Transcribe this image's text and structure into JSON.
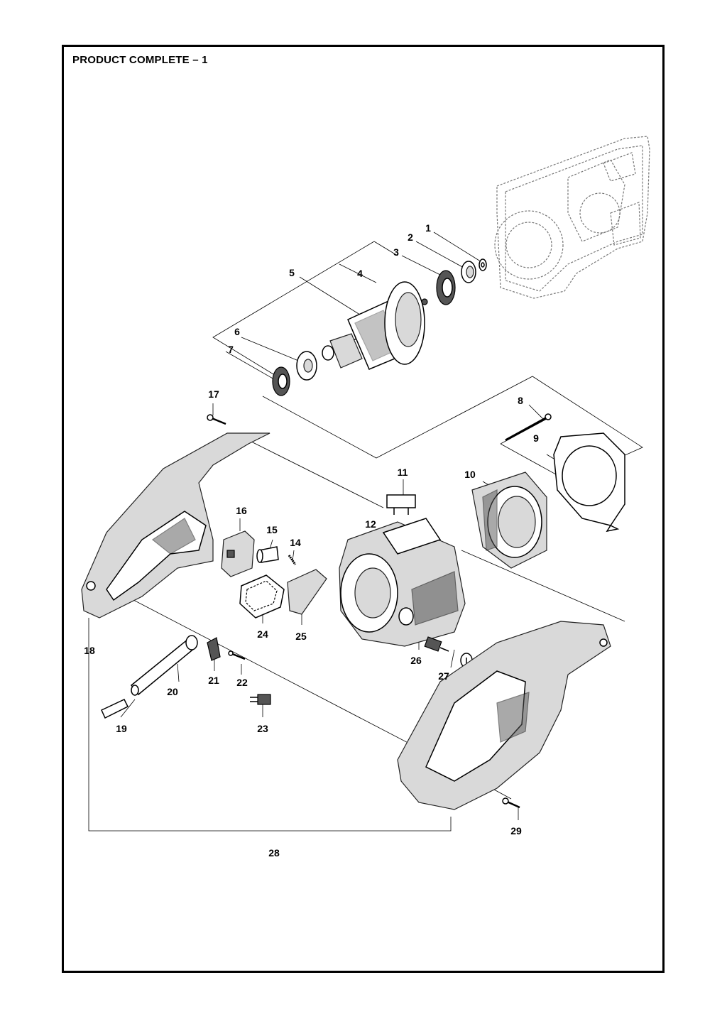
{
  "page": {
    "title": "PRODUCT COMPLETE – 1"
  },
  "callouts": [
    "1",
    "2",
    "3",
    "4",
    "5",
    "6",
    "7",
    "8",
    "9",
    "10",
    "11",
    "12",
    "14",
    "15",
    "16",
    "17",
    "18",
    "19",
    "20",
    "21",
    "22",
    "23",
    "24",
    "25",
    "26",
    "27",
    "28",
    "29"
  ]
}
